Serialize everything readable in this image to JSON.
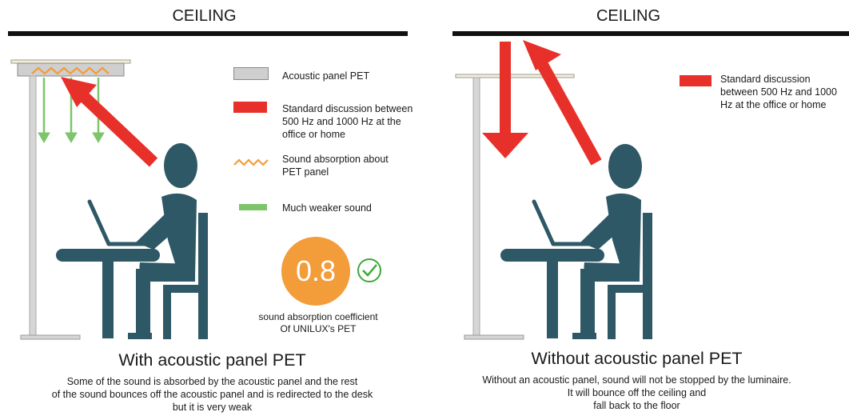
{
  "left": {
    "ceiling_label": "CEILING",
    "legend": [
      {
        "icon": "acoustic-panel-swatch",
        "text": "Acoustic panel PET",
        "color": "#cfcfcf"
      },
      {
        "icon": "red-sound-swatch",
        "text": "Standard discussion between 500 Hz and 1000 Hz at the office or home",
        "color": "#e8302a"
      },
      {
        "icon": "orange-zigzag",
        "text": "Sound absorption about PET panel",
        "color": "#f39c3a"
      },
      {
        "icon": "green-swatch",
        "text": "Much weaker sound",
        "color": "#7dc56a"
      }
    ],
    "coefficient_value": "0.8",
    "coefficient_caption": "sound absorption coefficient Of UNILUX's PET",
    "title": "With acoustic panel PET",
    "description_lines": [
      "Some of the sound is absorbed by the acoustic panel and the rest",
      "of the sound bounces off the acoustic panel and is redirected to the desk",
      "but it is very weak"
    ]
  },
  "right": {
    "ceiling_label": "CEILING",
    "legend": [
      {
        "icon": "red-sound-swatch",
        "text": "Standard discussion between 500 Hz and 1000 Hz at the office or home",
        "color": "#e8302a"
      }
    ],
    "title": "Without acoustic panel PET",
    "description_lines": [
      "Without an acoustic panel, sound will not be stopped by the luminaire.",
      "It will bounce off the ceiling and",
      "fall back to the floor"
    ]
  },
  "colors": {
    "person": "#2e5866",
    "ceiling": "#111111",
    "lamp_pole": "#d6d6d6",
    "lamp_shade": "#f3f0d6",
    "red": "#e8302a",
    "green": "#7dc56a",
    "orange": "#f39c3a",
    "check": "#3aaa35"
  }
}
